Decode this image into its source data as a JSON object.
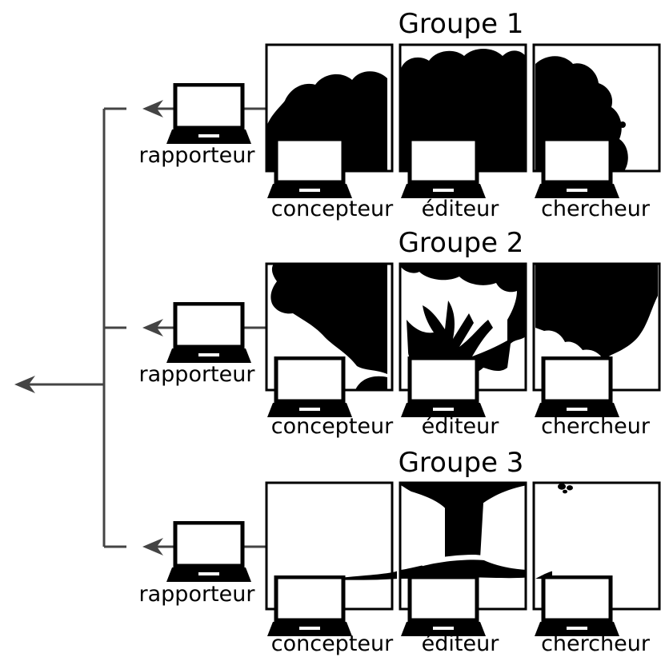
{
  "groups": [
    {
      "title": "Groupe 1",
      "reporter_label": "rapporteur",
      "roles": [
        "concepteur",
        "éditeur",
        "chercheur"
      ],
      "scene": "canopy"
    },
    {
      "title": "Groupe 2",
      "reporter_label": "rapporteur",
      "roles": [
        "concepteur",
        "éditeur",
        "chercheur"
      ],
      "scene": "branches"
    },
    {
      "title": "Groupe 3",
      "reporter_label": "rapporteur",
      "roles": [
        "concepteur",
        "éditeur",
        "chercheur"
      ],
      "scene": "trunk"
    }
  ],
  "icons": {
    "laptop": "laptop-icon",
    "arrow": "arrow-left-icon"
  },
  "colors": {
    "ink": "#000000",
    "paper": "#ffffff",
    "line": "#444444"
  }
}
